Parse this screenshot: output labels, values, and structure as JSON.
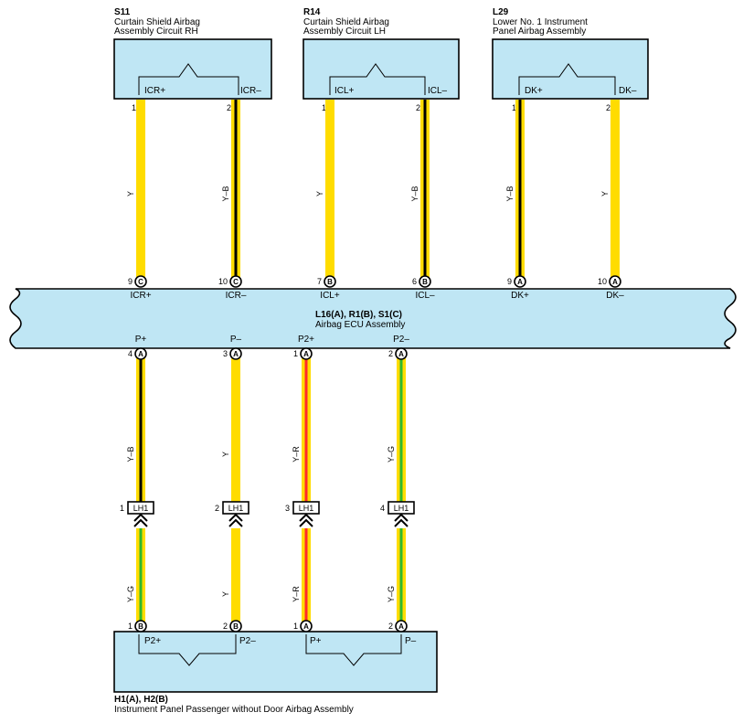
{
  "components": {
    "s11": {
      "code": "S11",
      "line1": "Curtain Shield Airbag",
      "line2": "Assembly Circuit RH",
      "plus": "ICR+",
      "minus": "ICR–",
      "pin_plus": "1",
      "pin_minus": "2"
    },
    "r14": {
      "code": "R14",
      "line1": "Curtain Shield Airbag",
      "line2": "Assembly Circuit LH",
      "plus": "ICL+",
      "minus": "ICL–",
      "pin_plus": "1",
      "pin_minus": "2"
    },
    "l29": {
      "code": "L29",
      "line1": "Lower No.  1 Instrument",
      "line2": "Panel Airbag Assembly",
      "plus": "DK+",
      "minus": "DK–",
      "pin_plus": "1",
      "pin_minus": "2"
    },
    "ecu": {
      "code": "L16(A), R1(B), S1(C)",
      "name": "Airbag ECU Assembly",
      "top_terminals": [
        {
          "pin": "9",
          "conn": "C",
          "label": "ICR+"
        },
        {
          "pin": "10",
          "conn": "C",
          "label": "ICR–"
        },
        {
          "pin": "7",
          "conn": "B",
          "label": "ICL+"
        },
        {
          "pin": "6",
          "conn": "B",
          "label": "ICL–"
        },
        {
          "pin": "9",
          "conn": "A",
          "label": "DK+"
        },
        {
          "pin": "10",
          "conn": "A",
          "label": "DK–"
        }
      ],
      "bottom_terminals": [
        {
          "pin": "4",
          "conn": "A",
          "label": "P+"
        },
        {
          "pin": "3",
          "conn": "A",
          "label": "P–"
        },
        {
          "pin": "1",
          "conn": "A",
          "label": "P2+"
        },
        {
          "pin": "2",
          "conn": "A",
          "label": "P2–"
        }
      ]
    },
    "h1": {
      "code": "H1(A), H2(B)",
      "name": "Instrument Panel Passenger without Door Airbag Assembly",
      "terminals": [
        {
          "pin": "1",
          "conn": "B",
          "label": "P2+"
        },
        {
          "pin": "2",
          "conn": "B",
          "label": "P2–"
        },
        {
          "pin": "1",
          "conn": "A",
          "label": "P+"
        },
        {
          "pin": "2",
          "conn": "A",
          "label": "P–"
        }
      ]
    }
  },
  "wires": {
    "top": [
      {
        "color_code": "Y",
        "colors": [
          "#ffdc00"
        ]
      },
      {
        "color_code": "Y–B",
        "colors": [
          "#ffdc00",
          "#000000"
        ]
      },
      {
        "color_code": "Y",
        "colors": [
          "#ffdc00"
        ]
      },
      {
        "color_code": "Y–B",
        "colors": [
          "#ffdc00",
          "#000000"
        ]
      },
      {
        "color_code": "Y–B",
        "colors": [
          "#ffdc00",
          "#000000"
        ]
      },
      {
        "color_code": "Y",
        "colors": [
          "#ffdc00"
        ]
      }
    ],
    "upper": [
      {
        "color_code": "Y–B",
        "colors": [
          "#ffdc00",
          "#000000"
        ]
      },
      {
        "color_code": "Y",
        "colors": [
          "#ffdc00"
        ]
      },
      {
        "color_code": "Y–R",
        "colors": [
          "#ffdc00",
          "#ff2a2a"
        ]
      },
      {
        "color_code": "Y–G",
        "colors": [
          "#ffdc00",
          "#2eb82e"
        ]
      }
    ],
    "lower": [
      {
        "color_code": "Y–G",
        "colors": [
          "#ffdc00",
          "#2eb82e"
        ]
      },
      {
        "color_code": "Y",
        "colors": [
          "#ffdc00"
        ]
      },
      {
        "color_code": "Y–R",
        "colors": [
          "#ffdc00",
          "#ff2a2a"
        ]
      },
      {
        "color_code": "Y–G",
        "colors": [
          "#ffdc00",
          "#2eb82e"
        ]
      }
    ]
  },
  "junction": {
    "name": "LH1",
    "pins": [
      "1",
      "2",
      "3",
      "4"
    ]
  },
  "colors": {
    "component_fill": "#bfe6f4",
    "stroke": "#000000"
  }
}
